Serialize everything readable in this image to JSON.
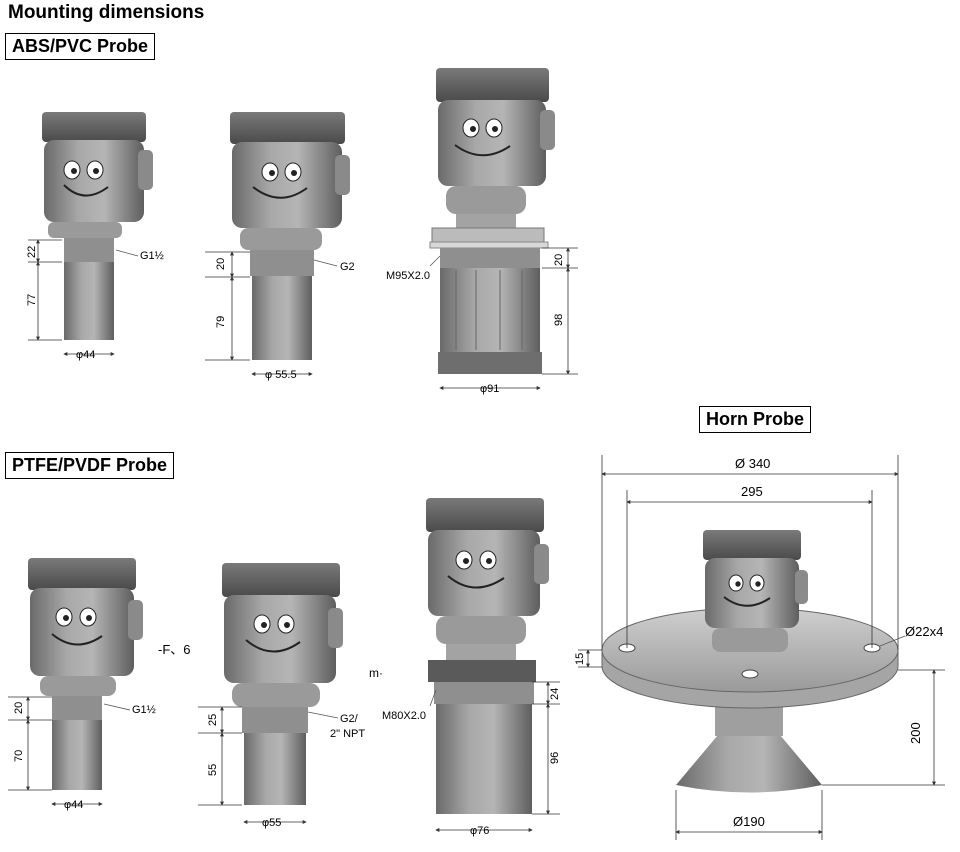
{
  "title": "Mounting dimensions",
  "sections": {
    "abs_pvc": "ABS/PVC Probe",
    "ptfe_pvdf": "PTFE/PVDF Probe",
    "horn": "Horn Probe"
  },
  "abs_pvc_probes": [
    {
      "thread": "G1½",
      "top": "22",
      "length": "77",
      "diameter": "φ44"
    },
    {
      "thread": "G2",
      "top": "20",
      "length": "79",
      "diameter": "φ 55.5"
    },
    {
      "thread": "M95X2.0",
      "top": "20",
      "length": "98",
      "diameter": "φ91"
    }
  ],
  "ptfe_pvdf_probes": [
    {
      "thread": "G1½",
      "top": "20",
      "length": "70",
      "diameter": "φ44"
    },
    {
      "thread": "G2/",
      "thread2": "2\" NPT",
      "top": "25",
      "length": "55",
      "diameter": "φ55"
    },
    {
      "thread": "M80X2.0",
      "top": "24",
      "length": "96",
      "diameter": "φ76"
    }
  ],
  "horn_probe": {
    "outer_diameter": "Ø 340",
    "bolt_circle": "295",
    "holes": "Ø22x4",
    "flange_thickness": "15",
    "height": "200",
    "horn_diameter": "Ø190"
  },
  "stray_text": {
    "a": "-F、6",
    "b": "m·"
  }
}
